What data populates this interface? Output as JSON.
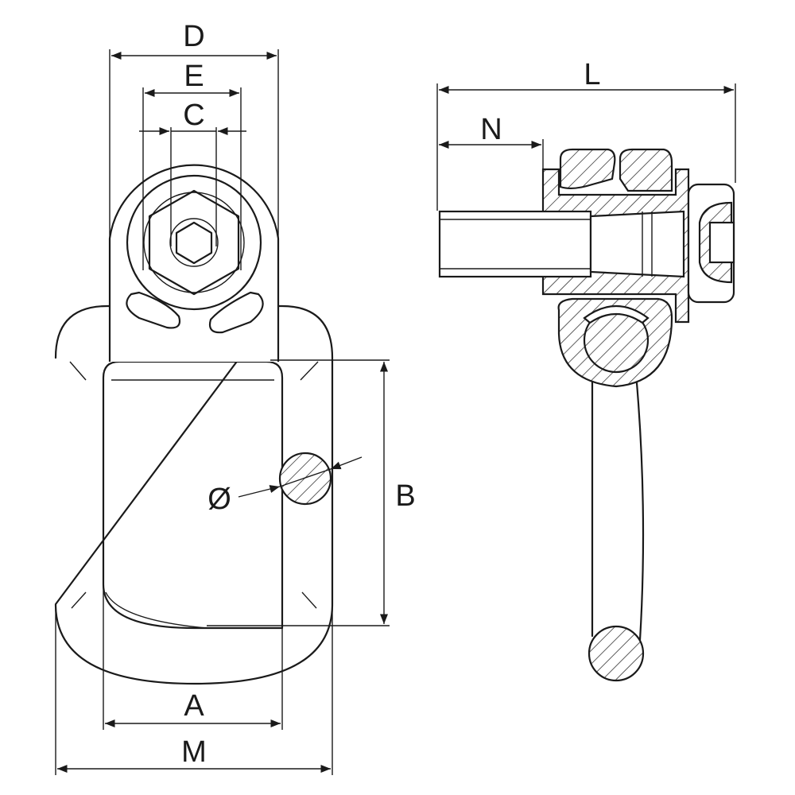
{
  "dimension_labels": {
    "D": "D",
    "E": "E",
    "C": "C",
    "L": "L",
    "N": "N",
    "B": "B",
    "diameter": "Ø",
    "A": "A",
    "M": "M"
  },
  "colors": {
    "line": "#1a1a1a",
    "background": "#ffffff"
  }
}
